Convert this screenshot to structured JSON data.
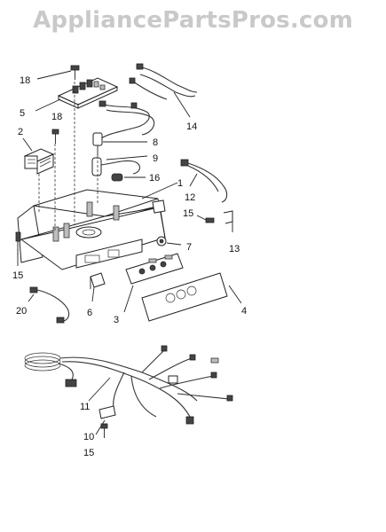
{
  "watermark": "AppliancePartsPros.com",
  "labels": {
    "p18a": "18",
    "p5": "5",
    "p18b": "18",
    "p2": "2",
    "p14": "14",
    "p8": "8",
    "p9": "9",
    "p16": "16",
    "p1": "1",
    "p12": "12",
    "p15a": "15",
    "p13": "13",
    "p7": "7",
    "p15b": "15",
    "p20": "20",
    "p6": "6",
    "p3": "3",
    "p4": "4",
    "p11": "11",
    "p10": "10",
    "p15c": "15"
  }
}
